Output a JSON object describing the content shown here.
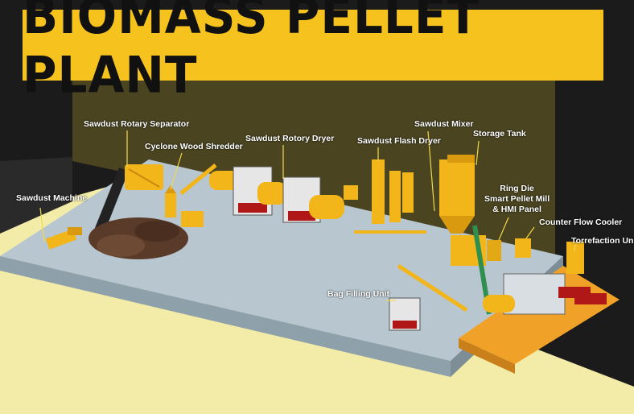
{
  "title": "BIOMASS PELLET PLANT",
  "labels": {
    "sawdust_machine": "Sawdust Machine",
    "rotary_separator": "Sawdust Rotary Separator",
    "cyclone_shredder": "Cyclone Wood Shredder",
    "rotory_dryer": "Sawdust Rotory Dryer",
    "flash_dryer": "Sawdust Flash Dryer",
    "mixer": "Sawdust Mixer",
    "storage_tank": "Storage Tank",
    "pellet_mill": "Ring Die\nSmart Pellet Mill\n& HMI Panel",
    "counter_flow_cooler": "Counter Flow Cooler",
    "torrefaction": "Torrefaction Uni",
    "bag_filling": "Bag Filling Unit"
  },
  "colors": {
    "banner": "#f6c21d",
    "wall": "#4a4420",
    "floor": "#b8c7cf",
    "machine": "#f2b51a",
    "sand": "#f3eca8"
  }
}
